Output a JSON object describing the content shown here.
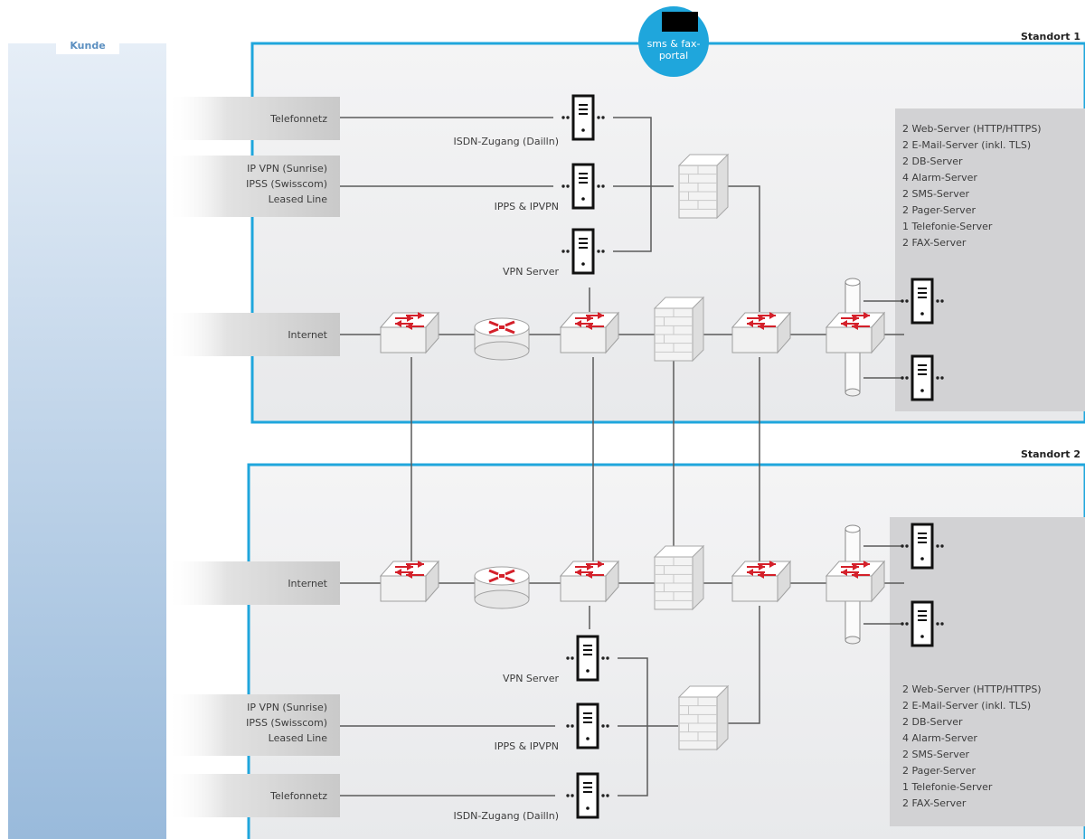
{
  "kunde_label": "Kunde",
  "portal": {
    "line1": "sms & fax-",
    "line2": "portal"
  },
  "site1": {
    "title": "Standort 1",
    "telefonnetz": "Telefonnetz",
    "ipvpn_lines": [
      "IP VPN (Sunrise)",
      "IPSS (Swisscom)",
      "Leased Line"
    ],
    "internet": "Internet",
    "isdn_label": "ISDN-Zugang (Dailln)",
    "ipps_label": "IPPS & IPVPN",
    "vpn_label": "VPN Server",
    "server_list": [
      "2 Web-Server (HTTP/HTTPS)",
      "2 E-Mail-Server (inkl. TLS)",
      "2 DB-Server",
      "4 Alarm-Server",
      "2 SMS-Server",
      "2 Pager-Server",
      "1 Telefonie-Server",
      "2 FAX-Server"
    ]
  },
  "site2": {
    "title": "Standort 2",
    "telefonnetz": "Telefonnetz",
    "ipvpn_lines": [
      "IP VPN (Sunrise)",
      "IPSS (Swisscom)",
      "Leased Line"
    ],
    "internet": "Internet",
    "isdn_label": "ISDN-Zugang (Dailln)",
    "ipps_label": "IPPS & IPVPN",
    "vpn_label": "VPN Server",
    "server_list": [
      "2 Web-Server (HTTP/HTTPS)",
      "2 E-Mail-Server (inkl. TLS)",
      "2 DB-Server",
      "4 Alarm-Server",
      "2 SMS-Server",
      "2 Pager-Server",
      "1 Telefonie-Server",
      "2 FAX-Server"
    ]
  },
  "colors": {
    "site_border": "#1fa6dc",
    "portal": "#1fa6dc",
    "kunde_top": "#e4edf6",
    "kunde_bottom": "#9bbcdc",
    "link": "#5a5a5a",
    "device_arrow": "#d4202a"
  }
}
